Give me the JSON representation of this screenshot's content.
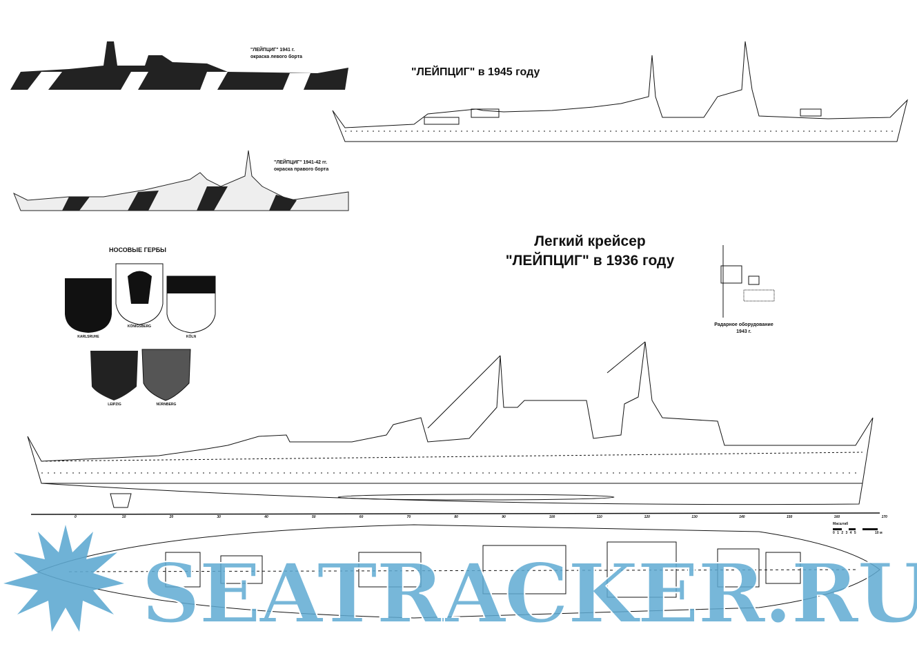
{
  "profile_1941_left": {
    "title": "\"ЛЕЙПЦИГ\" 1941 г.",
    "subtitle": "окраска левого борта"
  },
  "profile_1945": {
    "title": "\"ЛЕЙПЦИГ\" в 1945 году"
  },
  "profile_1941_42_right": {
    "title": "\"ЛЕЙПЦИГ\" 1941-42 гг.",
    "subtitle": "окраска правого борта"
  },
  "main_title": {
    "line1": "Легкий крейсер",
    "line2": "\"ЛЕЙПЦИГ\" в 1936 году"
  },
  "coats_of_arms": {
    "heading": "НОСОВЫЕ ГЕРБЫ",
    "items": [
      "KARLSRUHE",
      "KÖNIGSBERG",
      "KÖLN",
      "LEIPZIG",
      "NÜRNBERG"
    ]
  },
  "radar": {
    "caption": "Радарное оборудование",
    "year": "1943 г."
  },
  "scale": {
    "label": "Масштаб",
    "ticks": "0 1 2 3 4 5",
    "end": "10 м"
  },
  "frames": [
    "0",
    "10",
    "20",
    "30",
    "40",
    "50",
    "60",
    "70",
    "80",
    "90",
    "100",
    "110",
    "120",
    "130",
    "140",
    "150",
    "160",
    "170"
  ],
  "watermark": "SEATRACKER.RU"
}
